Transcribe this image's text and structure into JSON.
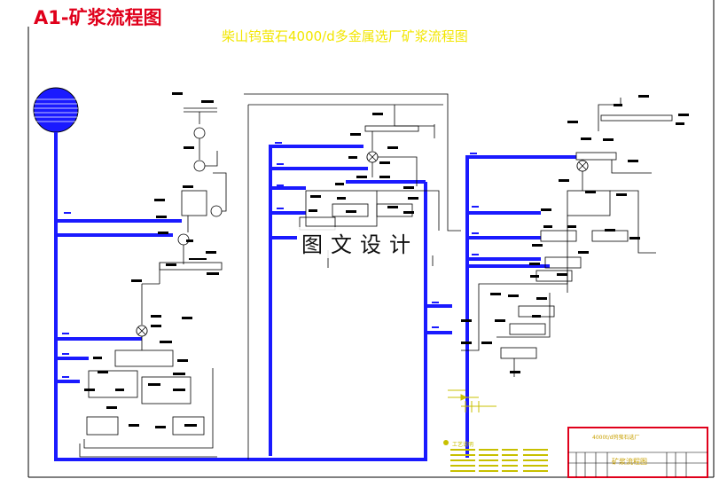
{
  "header": {
    "page_title": "A1-矿浆流程图",
    "drawing_title": "柴山钨萤石4000/d多金属选厂矿浆流程图"
  },
  "watermark": {
    "text": "图文设计"
  },
  "title_block": {
    "project_name": "4000t/d钨萤石选厂",
    "drawing_name": "矿浆流程图"
  },
  "notes": {
    "title": "工艺说明"
  },
  "colors": {
    "main_pipe": "#1a1aff",
    "line": "#000000",
    "frame_red": "#e0001b",
    "title_yellow": "#f2e600",
    "annotation_yellow": "#c8c000"
  },
  "icons": [
    "tank-icon",
    "pump-icon",
    "mixer-icon",
    "flotation-cell-icon",
    "thickener-icon",
    "legend-arrow-icon"
  ]
}
